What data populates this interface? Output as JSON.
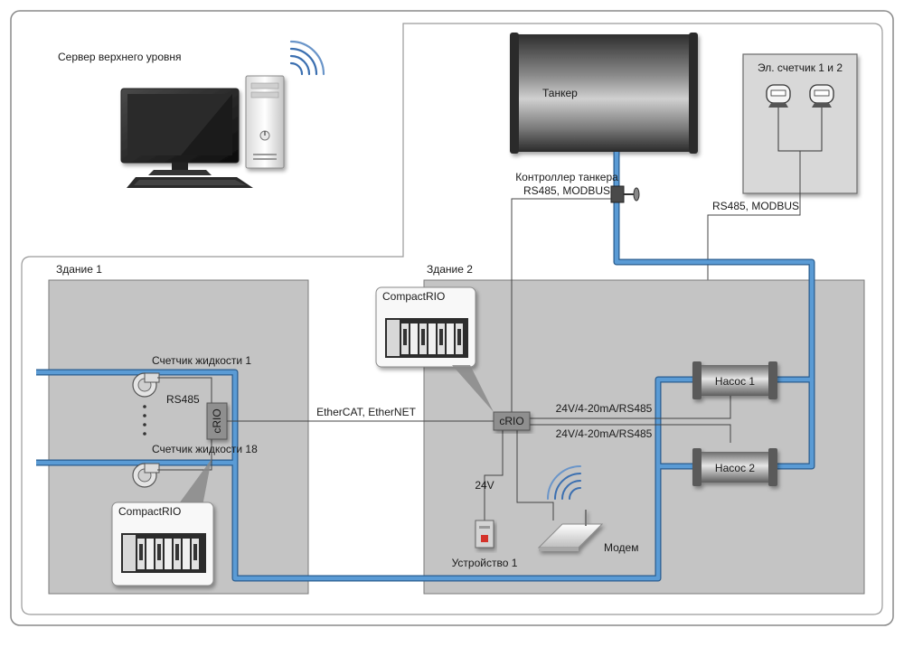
{
  "server": {
    "label": "Сервер верхнего уровня"
  },
  "tanker": {
    "label": "Танкер",
    "controller_label": "Контроллер танкера",
    "controller_protocol": "RS485, MODBUS"
  },
  "meters": {
    "label": "Эл. счетчик 1 и 2",
    "protocol": "RS485, MODBUS"
  },
  "building1": {
    "label": "Здание 1",
    "meter1_label": "Счетчик жидкости 1",
    "meter18_label": "Счетчик жидкости 18",
    "rs485_label": "RS485",
    "crio_label": "cRIO",
    "compactrio_label": "CompactRIO"
  },
  "building2": {
    "label": "Здание 2",
    "compactrio_label": "CompactRIO",
    "crio_label": "cRIO",
    "link1_label": "24V/4-20mA/RS485",
    "link2_label": "24V/4-20mA/RS485",
    "pump1_label": "Насос 1",
    "pump2_label": "Насос 2",
    "power_label": "24V",
    "device_label": "Устройство 1",
    "modem_label": "Модем"
  },
  "link": {
    "label": "EtherCAT, EtherNET"
  },
  "colors": {
    "pipe": "#5a9bd5",
    "pipe_dark": "#2a5d8f",
    "building_fill": "#c4c4c4",
    "panel_fill": "#f8f8f8",
    "meter_panel": "#d8d8d8",
    "tank_dark": "#3a3a3a",
    "tank_light": "#bdbdbd",
    "wire": "#333333"
  }
}
